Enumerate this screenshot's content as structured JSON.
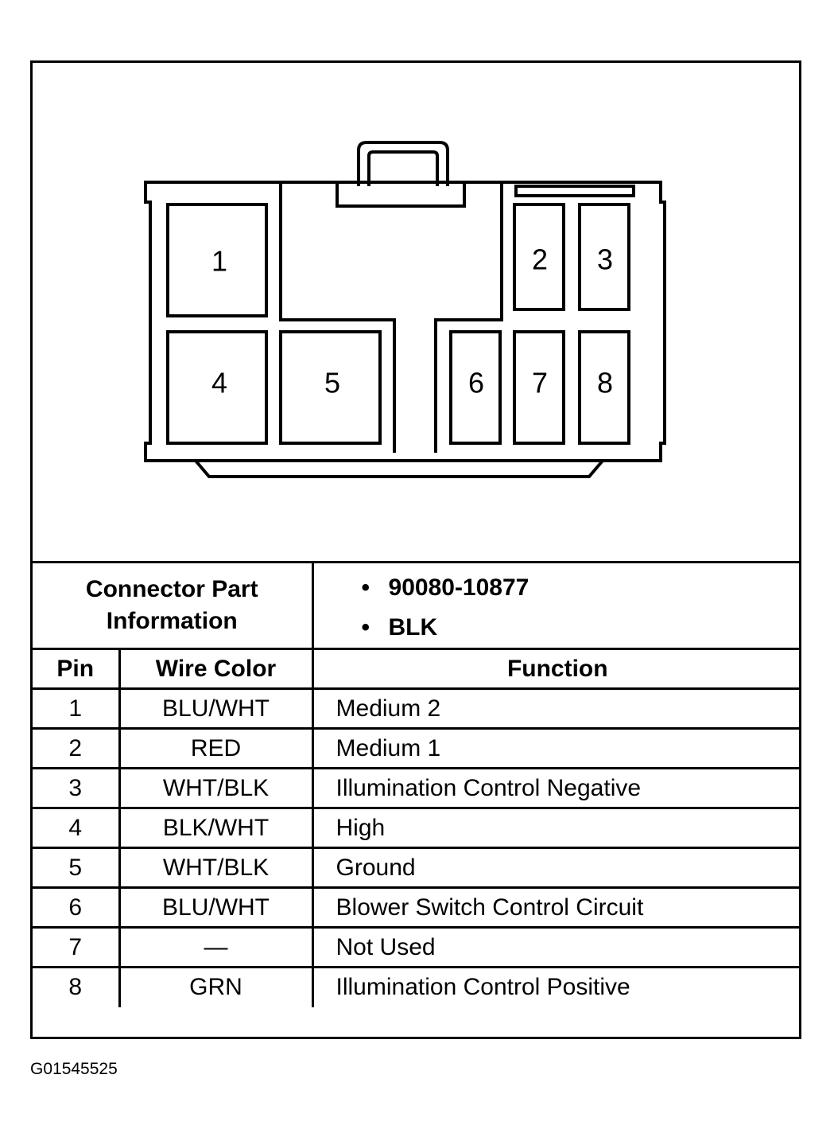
{
  "connector": {
    "pin_labels": [
      "1",
      "2",
      "3",
      "4",
      "5",
      "6",
      "7",
      "8"
    ]
  },
  "part_info": {
    "heading_line1": "Connector Part",
    "heading_line2": "Information",
    "bullet": "•",
    "values": [
      "90080-10877",
      "BLK"
    ]
  },
  "table": {
    "headers": {
      "pin": "Pin",
      "wire_color": "Wire Color",
      "function": "Function"
    },
    "rows": [
      {
        "pin": "1",
        "wire_color": "BLU/WHT",
        "function": "Medium 2"
      },
      {
        "pin": "2",
        "wire_color": "RED",
        "function": "Medium 1"
      },
      {
        "pin": "3",
        "wire_color": "WHT/BLK",
        "function": "Illumination Control Negative"
      },
      {
        "pin": "4",
        "wire_color": "BLK/WHT",
        "function": "High"
      },
      {
        "pin": "5",
        "wire_color": "WHT/BLK",
        "function": "Ground"
      },
      {
        "pin": "6",
        "wire_color": "BLU/WHT",
        "function": "Blower Switch Control Circuit"
      },
      {
        "pin": "7",
        "wire_color": "—",
        "function": "Not Used"
      },
      {
        "pin": "8",
        "wire_color": "GRN",
        "function": "Illumination Control Positive"
      }
    ]
  },
  "figure_id": "G01545525"
}
